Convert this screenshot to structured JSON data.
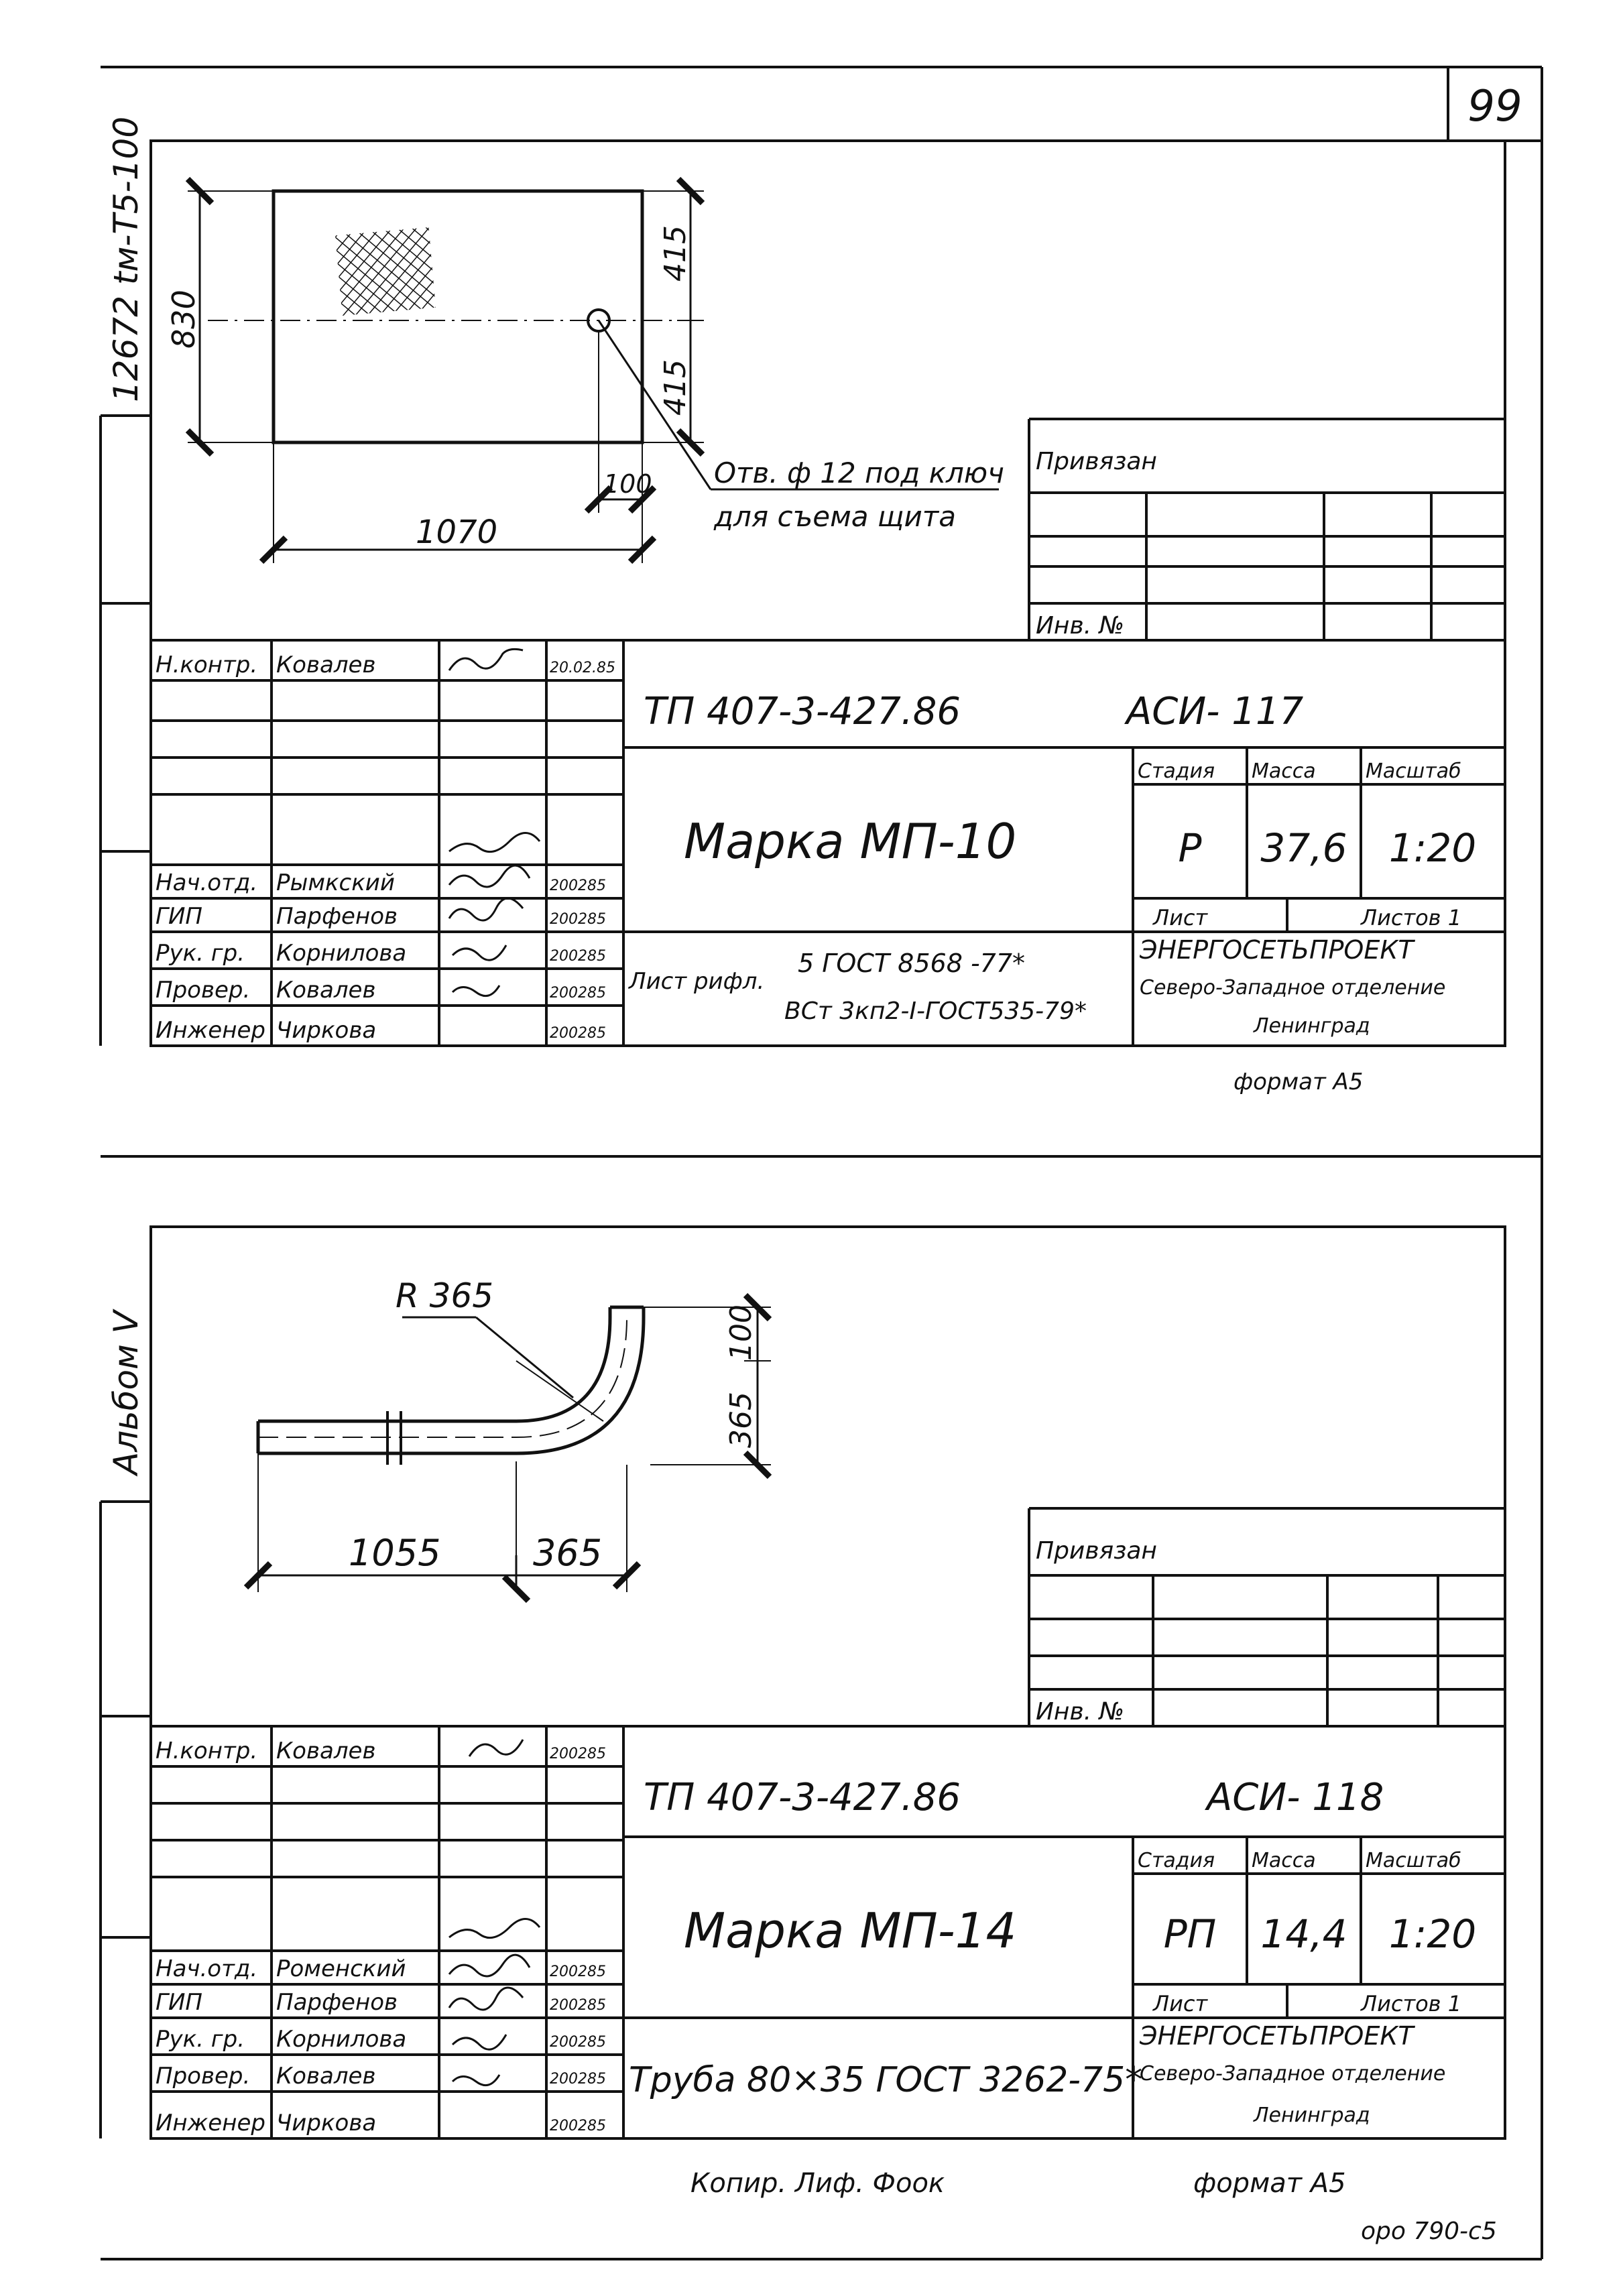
{
  "page_number": "99",
  "side_code": "12672 tм-T5-100",
  "album_label": "Альбом V",
  "copy_note": "Копир. Лиф. Фоок",
  "bottom_code": "оро 790-с5",
  "sheets": [
    {
      "drawing": {
        "dim_height_total": "830",
        "dim_upper": "415",
        "dim_lower": "415",
        "dim_width": "1070",
        "dim_hole_offset": "100",
        "hole_note_line1": "Отв. ф 12 под ключ",
        "hole_note_line2": "для съема щита"
      },
      "binding": {
        "title": "Привязан",
        "inv_label": "Инв. №"
      },
      "stamp": {
        "roles": [
          "Н.контр.",
          "",
          "",
          "",
          "Нач.отд.",
          "ГИП",
          "Рук. гр.",
          "Провер.",
          "Инженер"
        ],
        "names": [
          "Ковалев",
          "",
          "",
          "",
          "Рымкский",
          "Парфенов",
          "Корнилова",
          "Ковалев",
          "Чиркова"
        ],
        "dates": [
          "20.02.85",
          "",
          "",
          "",
          "200285",
          "200285",
          "200285",
          "200285",
          "200285"
        ],
        "project_code": "ТП 407-3-427.86",
        "doc_code": "АСИ- 117",
        "title": "Марка МП-10",
        "stage_label": "Стадия",
        "mass_label": "Масса",
        "scale_label": "Масштаб",
        "stage": "Р",
        "mass": "37,6",
        "scale": "1:20",
        "sheet_label": "Лист",
        "sheets_label": "Листов 1",
        "material_prefix": "Лист рифл.",
        "material_line1": "5 ГОСТ 8568 -77*",
        "material_line2": "ВСт 3кп2-I-ГОСТ535-79*",
        "org_line1": "ЭНЕРГОСЕТЬПРОЕКТ",
        "org_line2": "Северо-Западное отделение",
        "org_line3": "Ленинград",
        "format": "формат А5"
      }
    },
    {
      "drawing": {
        "radius_label": "R 365",
        "dim_vert_top": "100",
        "dim_vert": "365",
        "dim_horiz_left": "1055",
        "dim_horiz_right": "365"
      },
      "binding": {
        "title": "Привязан",
        "inv_label": "Инв. №"
      },
      "stamp": {
        "roles": [
          "Н.контр.",
          "",
          "",
          "",
          "Нач.отд.",
          "ГИП",
          "Рук. гр.",
          "Провер.",
          "Инженер"
        ],
        "names": [
          "Ковалев",
          "",
          "",
          "",
          "Роменский",
          "Парфенов",
          "Корнилова",
          "Ковалев",
          "Чиркова"
        ],
        "dates": [
          "200285",
          "",
          "",
          "",
          "200285",
          "200285",
          "200285",
          "200285",
          "200285"
        ],
        "project_code": "ТП 407-3-427.86",
        "doc_code": "АСИ- 118",
        "title": "Марка МП-14",
        "stage_label": "Стадия",
        "mass_label": "Масса",
        "scale_label": "Масштаб",
        "stage": "РП",
        "mass": "14,4",
        "scale": "1:20",
        "sheet_label": "Лист",
        "sheets_label": "Листов 1",
        "material": "Труба 80×35 ГОСТ 3262-75*",
        "org_line1": "ЭНЕРГОСЕТЬПРОЕКТ",
        "org_line2": "Северо-Западное отделение",
        "org_line3": "Ленинград",
        "format": "формат А5"
      }
    }
  ]
}
